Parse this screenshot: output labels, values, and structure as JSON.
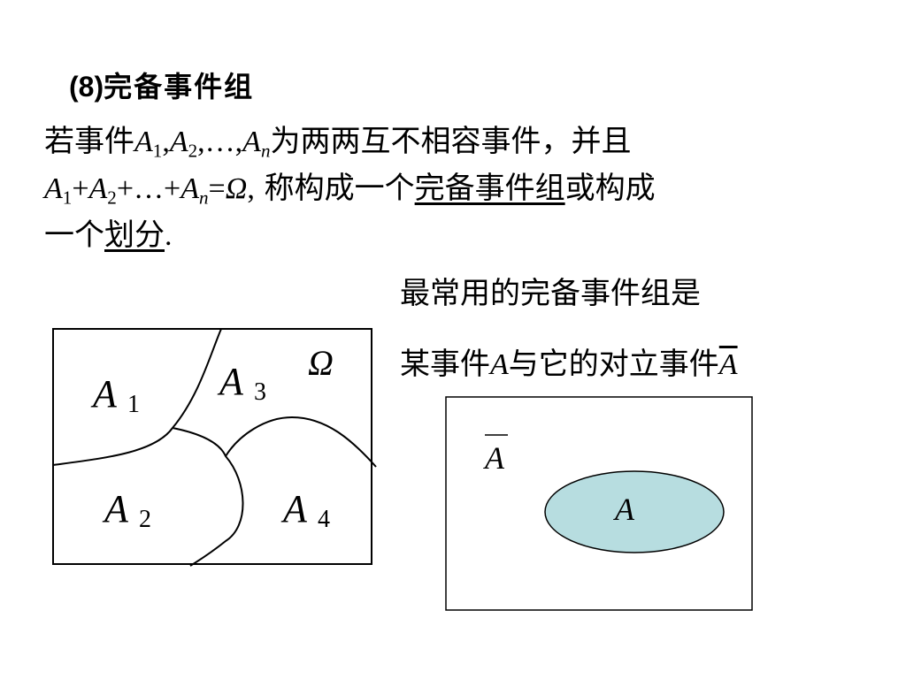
{
  "heading": {
    "number": "(8)",
    "title": "完备事件组"
  },
  "definition": {
    "line1": {
      "prefix": "若事件",
      "a1": "A",
      "s1": "1",
      "comma1": ",",
      "a2": "A",
      "s2": "2",
      "dots": ",…,",
      "an": "A",
      "sn": "n",
      "suffix": "为两两互不相容事件，并且"
    },
    "line2": {
      "a1": "A",
      "s1": "1",
      "plus1": "+",
      "a2": "A",
      "s2": "2",
      "plus2": "+…+",
      "an": "A",
      "sn": "n",
      "eq": "=",
      "omega": "Ω",
      "comma": ",",
      "middle": " 称构成一个",
      "term": "完备事件组",
      "or": "或构成"
    },
    "line3": {
      "prefix": "一个",
      "term": "划分",
      "period": "."
    }
  },
  "side": {
    "line1": "最常用的完备事件组是",
    "line2_prefix": "某事件",
    "line2_a": "A",
    "line2_middle": "与它的对立事件",
    "line2_abar": "A"
  },
  "partition_diagram": {
    "omega_label": "Ω",
    "regions": [
      {
        "letter": "A",
        "sub": "1"
      },
      {
        "letter": "A",
        "sub": "3"
      },
      {
        "letter": "A",
        "sub": "2"
      },
      {
        "letter": "A",
        "sub": "4"
      }
    ]
  },
  "complement_diagram": {
    "complement_label": "A",
    "event_label": "A",
    "ellipse_fill": "#b7dde0"
  }
}
